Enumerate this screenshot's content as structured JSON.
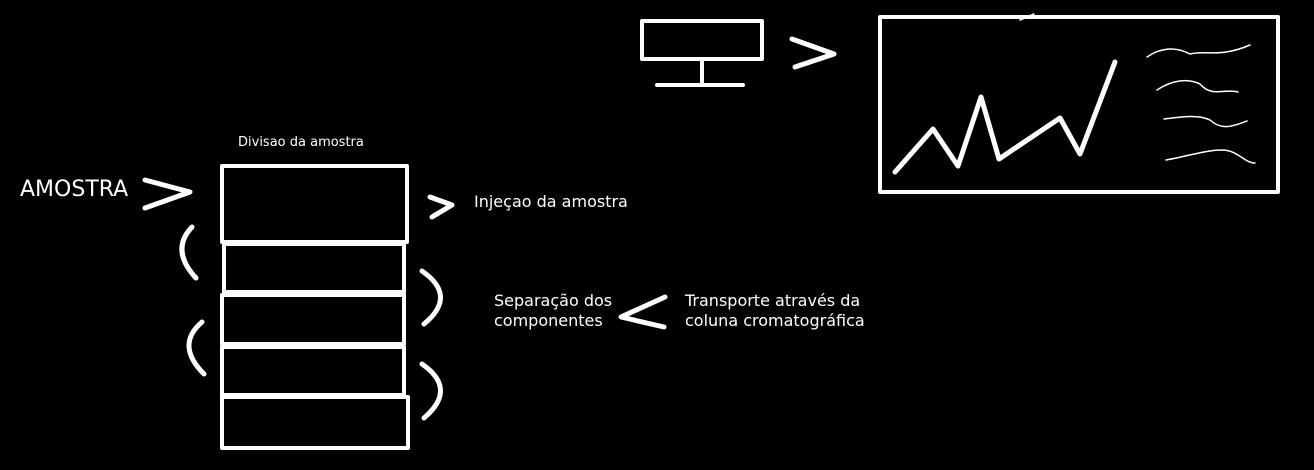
{
  "colors": {
    "background": "#000000",
    "foreground": "#ffffff"
  },
  "labels": {
    "sample": "AMOSTRA",
    "sample_division": "Divisao da amostra",
    "sample_injection": "Injeçao da amostra",
    "separation_line1": "Separação dos",
    "separation_line2": "componentes",
    "transport_line1": "Transporte através da",
    "transport_line2": "coluna cromatográfica"
  },
  "icons": {
    "computer": "computer-monitor-icon",
    "chromatogram": "chromatogram-screen"
  }
}
